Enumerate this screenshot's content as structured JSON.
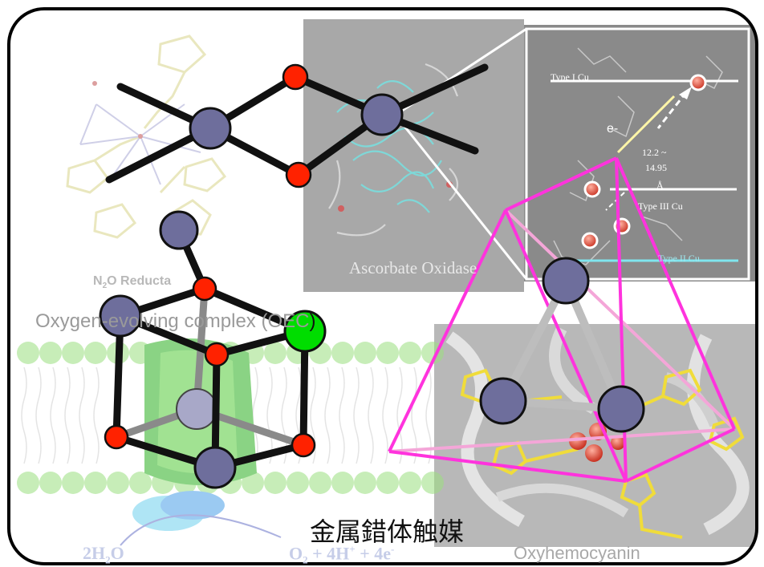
{
  "slide": {
    "title": "金属錯体触媒",
    "colors": {
      "metal_atom": "#6e6e9c",
      "oxygen_atom": "#ff2200",
      "calcium_atom": "#00dd00",
      "tetrahedron": "#ff33dd",
      "bond": "#111111"
    }
  },
  "panels": {
    "n2o_reductase": {
      "label_prefix": "N",
      "label_sub": "2",
      "label_suffix": "O Reducta"
    },
    "ascorbate_oxidase": {
      "label": "Ascorbate Oxidase"
    },
    "copper_sites": {
      "type_i": "Type I Cu",
      "type_iii": "Type III Cu",
      "type_ii": "Type II Cu",
      "distance_1": "12.2 ~",
      "distance_2": "14.95",
      "unit": "Å",
      "electron": "e-"
    },
    "oec": {
      "label_part1": "Oxyge",
      "label_part2": "n-evolving complex (OEC",
      "label_bracket": ")"
    },
    "psii": {
      "reactant_prefix": "2H",
      "reactant_sub": "2",
      "reactant_suffix": "O",
      "product_prefix": "O",
      "product_sub": "2",
      "product_mid": " + 4H",
      "product_sup1": "+",
      "product_mid2": " + 4e",
      "product_sup2": "-"
    },
    "oxyhemocyanin": {
      "label": "Oxyhemocyanin"
    }
  }
}
